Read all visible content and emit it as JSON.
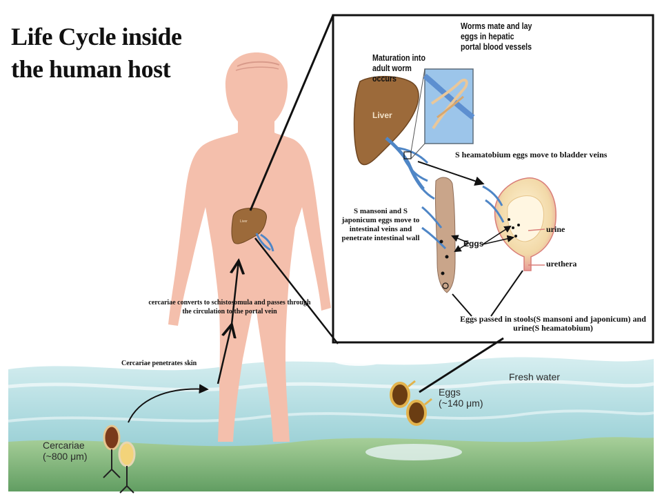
{
  "title": "Life Cycle inside the human host",
  "body_labels": {
    "cercariae_penetrates": "Cercariae penetrates skin",
    "schistosomula": "cercariae converts to schistosomula and passes through the circulation to the portal vein",
    "liver_small": "Liver"
  },
  "inset_labels": {
    "maturation": "Maturation into adult worm occurs",
    "worms_mate": "Worms mate and lay eggs in hepatic portal blood vessels",
    "liver": "Liver",
    "haematobium": "S heamatobium eggs move to bladder veins",
    "mansoni": "S mansoni and S japonicum eggs move to intestinal veins and penetrate intestinal wall",
    "eggs": "Eggs",
    "urine": "urine",
    "urethera": "urethera",
    "eggs_passed": "Eggs passed in stools(S mansoni and japonicum) and urine(S heamatobium)"
  },
  "water_labels": {
    "fresh_water": "Fresh water",
    "eggs": "Eggs",
    "eggs_size": "(~140 μm)",
    "cercariae": "Cercariae",
    "cercariae_size": "(~800 μm)"
  },
  "colors": {
    "skin": "#f4bfac",
    "liver": "#9c6a3a",
    "vein": "#4f86c6",
    "water_light": "#bfe2e6",
    "water_dark": "#6fb8c2",
    "ground_green": "#7ab06a"
  }
}
